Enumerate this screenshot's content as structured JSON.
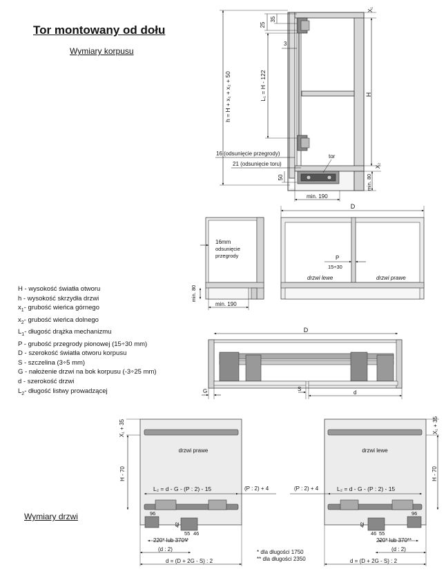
{
  "title": "Tor montowany od dołu",
  "subtitle": "Wymiary korpusu",
  "doors_section_title": "Wymiary drzwi",
  "legend": [
    {
      "sym": "H",
      "sub": "",
      "text": " - wysokość światła otworu"
    },
    {
      "sym": "h",
      "sub": "",
      "text": " - wysokość skrzydła drzwi"
    },
    {
      "sym": "x",
      "sub": "1",
      "text": "- grubość wieńca górnego"
    },
    {
      "sym": "x",
      "sub": "2",
      "text": "- grubość wieńca dolnego"
    },
    {
      "sym": "L",
      "sub": "1",
      "text": "- długość drążka mechanizmu"
    },
    {
      "sym": "P",
      "sub": "",
      "text": " - grubość przegrody pionowej (15÷30 mm)"
    },
    {
      "sym": "D",
      "sub": "",
      "text": " - szerokość światła otworu korpusu"
    },
    {
      "sym": "S",
      "sub": "",
      "text": " - szczelina (3÷5 mm)"
    },
    {
      "sym": "G",
      "sub": "",
      "text": " - nałożenie drzwi na bok korpusu (-3÷25 mm)"
    },
    {
      "sym": "d",
      "sub": "",
      "text": " - szerokość drzwi"
    },
    {
      "sym": "L",
      "sub": "2",
      "text": "- długość listwy prowadzącej"
    }
  ],
  "notes": [
    "* dla długości 1750",
    "** dla długości 2350"
  ],
  "labels": {
    "h_formula": "h = H + x₁ + x₂ + 50",
    "d25": "25",
    "d35": "35",
    "d3": "3",
    "l1": "L₁ = H - 122",
    "H": "H",
    "x1": "X₁",
    "x2": "X₂",
    "odsuniecie16": "16 (odsunięcie przegrody)",
    "odsuniecie21": "21 (odsunięcie toru)",
    "tor": "tor",
    "d50": "50",
    "min80": "min. 80",
    "min190": "min. 190",
    "D": "D",
    "d16mm": "16mm",
    "odsuniecie_przegrody_1": "odsunięcie",
    "odsuniecie_przegrody_2": "przegrody",
    "P": "P",
    "p_range": "15÷30",
    "drzwi_lewe": "drzwi lewe",
    "drzwi_prawe": "drzwi prawe",
    "G": "G",
    "S": "S",
    "d": "d",
    "x1_35": "X₁ + 35",
    "H_70": "H - 70",
    "l2_formula": "L₂ = d - G - (P : 2) - 15",
    "p_plus4": "(P : 2) + 4",
    "d96": "96",
    "d42": "42",
    "d55": "55",
    "d46": "46",
    "d220": "220* lub 370**",
    "d_half": "(d : 2)",
    "d_formula": "d = (D + 2G - S) : 2"
  }
}
